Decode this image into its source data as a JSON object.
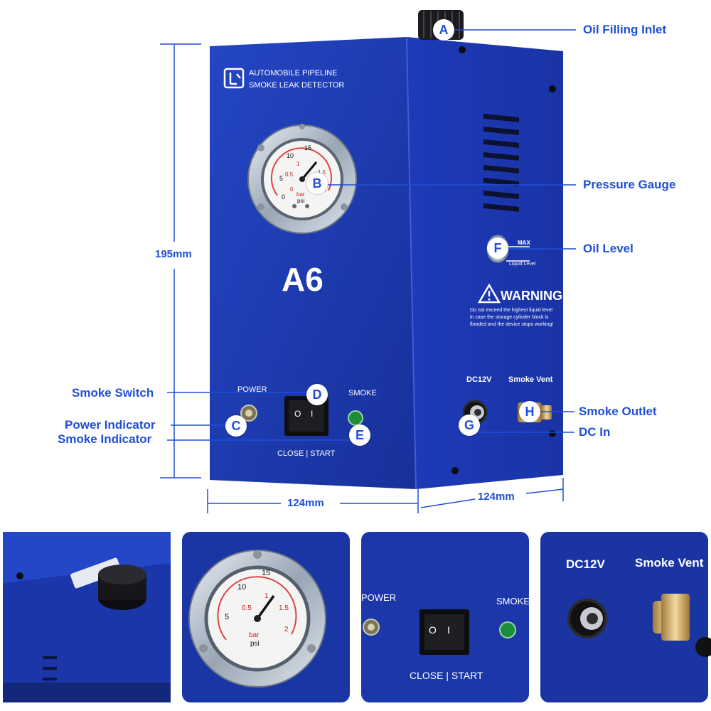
{
  "device": {
    "brand_line1": "AUTOMOBILE PIPELINE",
    "brand_line2": "SMOKE LEAK DETECTOR",
    "model": "A6",
    "power_label": "POWER",
    "smoke_label": "SMOKE",
    "switch_label": "CLOSE | START",
    "switch_mark_on": "I",
    "switch_mark_off": "O",
    "dc_label": "DC12V",
    "vent_label": "Smoke Vent",
    "max_label": "MAX",
    "liquid_label": "Liquid Level",
    "warning_title": "WARNING",
    "warning_text": [
      "Do not exceed the highest liquid level",
      "in case the storage cylinder block is",
      "flooded and the device stops working!"
    ],
    "gauge": {
      "psi_ticks": [
        "0",
        "5",
        "10",
        "15"
      ],
      "bar_ticks": [
        "0",
        "0.5",
        "1",
        "1.5",
        "2"
      ],
      "unit_bar": "bar",
      "unit_psi": "psi"
    }
  },
  "callouts": [
    {
      "letter": "A",
      "label": "Oil Filling Inlet"
    },
    {
      "letter": "B",
      "label": "Pressure Gauge"
    },
    {
      "letter": "F",
      "label": "Oil Level"
    },
    {
      "letter": "D",
      "label": "Smoke Switch"
    },
    {
      "letter": "C",
      "label": "Power Indicator"
    },
    {
      "letter": "E",
      "label": "Smoke Indicator"
    },
    {
      "letter": "H",
      "label": "Smoke Outlet"
    },
    {
      "letter": "G",
      "label": "DC In"
    }
  ],
  "dimensions": {
    "height": "195mm",
    "front_width": "124mm",
    "side_width": "124mm"
  },
  "colors": {
    "device_blue": "#1b37b0",
    "label_blue": "#1f4fd8"
  }
}
